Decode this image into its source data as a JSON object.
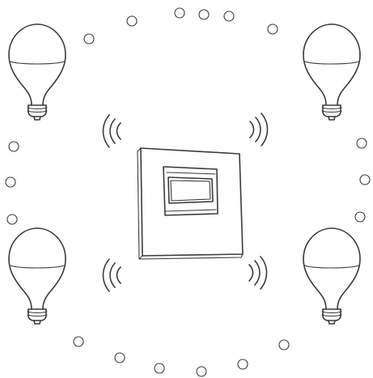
{
  "illustration": {
    "center_device": "wireless-smart-switch",
    "device_count": 1,
    "bulb_count": 4,
    "bulbs": [
      {
        "id": "top-left"
      },
      {
        "id": "top-right"
      },
      {
        "id": "bottom-left"
      },
      {
        "id": "bottom-right"
      }
    ],
    "signal_groups": [
      "upper-left",
      "upper-right",
      "lower-left",
      "lower-right"
    ],
    "line_color": "#3a3a3a",
    "background": "#ffffff"
  }
}
